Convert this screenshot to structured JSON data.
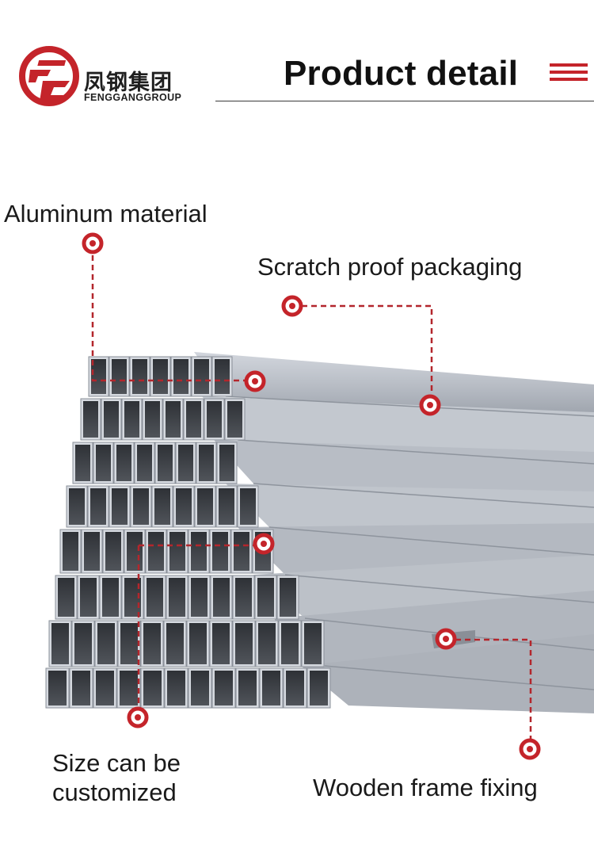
{
  "header": {
    "brand_cn": "凤钢集团",
    "brand_en": "FENGGANGGROUP",
    "title": "Product detail"
  },
  "callouts": {
    "aluminum": "Aluminum material",
    "scratch": "Scratch proof packaging",
    "size": "Size can be customized",
    "wooden": "Wooden frame fixing"
  },
  "colors": {
    "accent": "#c4242a",
    "steel_light": "#c9ced6",
    "steel_mid": "#9ea4ad",
    "steel_dark": "#3a3d42",
    "text": "#1a1a1a"
  },
  "icons": {
    "logo": "fg-logo-mark",
    "title_mark": "triple-bar-icon",
    "marker": "ring-marker-icon"
  }
}
